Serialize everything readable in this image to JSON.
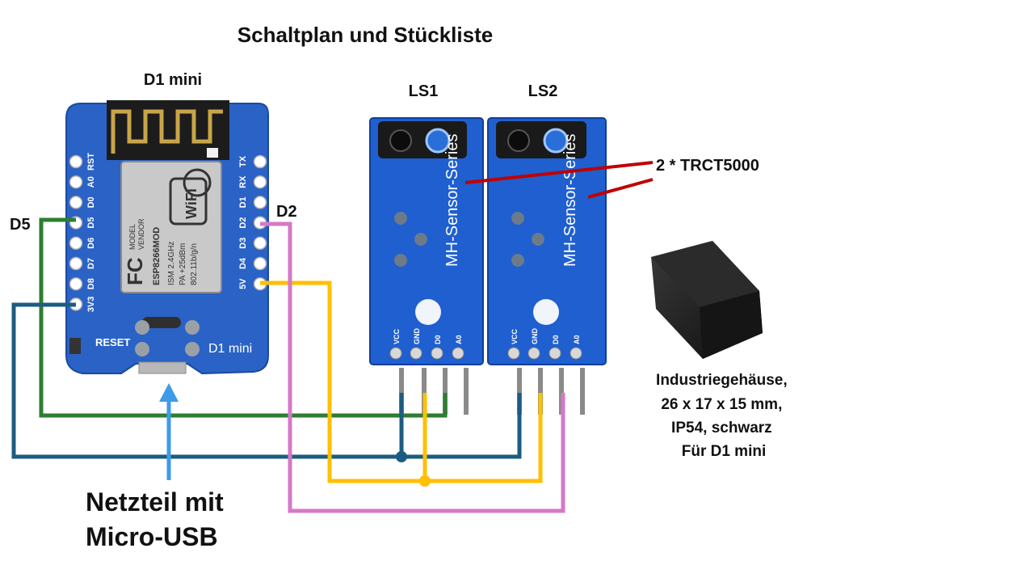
{
  "title": "Schaltplan und Stückliste",
  "board": {
    "label": "D1 mini",
    "silk_name": "D1 mini",
    "reset_label": "RESET",
    "left_pins": [
      "RST",
      "A0",
      "D0",
      "D5",
      "D6",
      "D7",
      "D8",
      "3V3"
    ],
    "right_pins": [
      "TX",
      "RX",
      "D1",
      "D2",
      "D3",
      "D4",
      "5V"
    ],
    "module": {
      "fc": "FC",
      "model_line1": "MODEL",
      "model_line2": "VENDOR",
      "chip": "ESP8266MOD",
      "ism": "ISM 2.4GHz",
      "pa": "PA +25dBm",
      "std": "802.11b/g/n",
      "wifi": "WiFi"
    }
  },
  "pin_labels": {
    "d5": "D5",
    "d2": "D2"
  },
  "sensors": [
    {
      "label": "LS1",
      "series": "MH-Sensor-Series",
      "pins": [
        "VCC",
        "GND",
        "D0",
        "A0"
      ]
    },
    {
      "label": "LS2",
      "series": "MH-Sensor-Series",
      "pins": [
        "VCC",
        "GND",
        "D0",
        "A0"
      ]
    }
  ],
  "sensor_note": "2 * TRCT5000",
  "housing": {
    "lines": [
      "Industriegehäuse,",
      "26 x 17 x 15 mm,",
      "IP54, schwarz",
      "Für D1 mini"
    ]
  },
  "power": {
    "lines": [
      "Netzteil mit",
      "Micro-USB"
    ]
  },
  "colors": {
    "board_blue": "#2a62c6",
    "sensor_blue": "#1f5fd0",
    "wire_green": "#2e7d32",
    "wire_navy": "#1d5c82",
    "wire_yellow": "#ffc000",
    "wire_magenta": "#d678c8",
    "wire_red": "#c00000",
    "arrow_blue": "#3d9be9"
  }
}
